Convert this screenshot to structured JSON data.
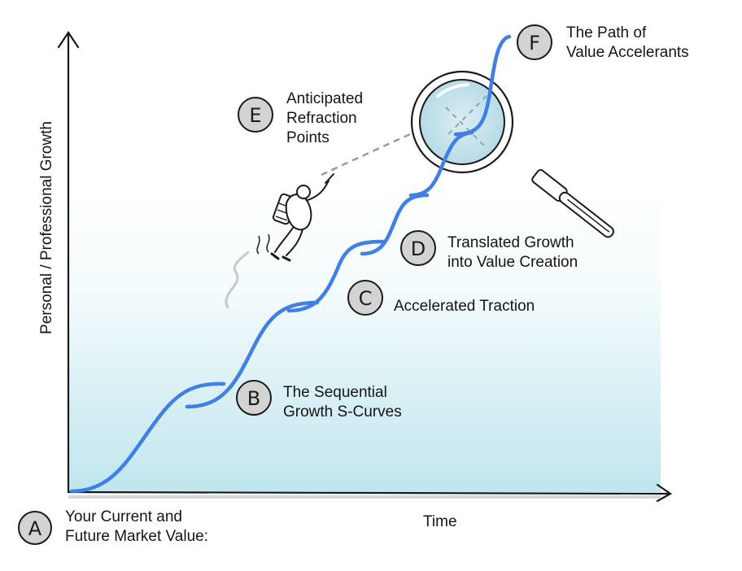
{
  "axes": {
    "y_title": "Personal / Professional Growth",
    "x_title": "Time"
  },
  "markers": [
    {
      "letter": "A",
      "text": "Your Current and\nFuture Market Value:"
    },
    {
      "letter": "B",
      "text": "The Sequential\nGrowth S-Curves"
    },
    {
      "letter": "C",
      "text": "Accelerated Traction"
    },
    {
      "letter": "D",
      "text": "Translated Growth\ninto Value Creation"
    },
    {
      "letter": "E",
      "text": "Anticipated\nRefraction\nPoints"
    },
    {
      "letter": "F",
      "text": "The Path of\nValue Accelerants"
    }
  ],
  "colors": {
    "curve": "#3f7fe6",
    "background_gradient_bottom": "#bfe6ee",
    "marker_fill": "#d3d3d3",
    "dashed_line": "#9a9a9a"
  },
  "illustrations": [
    "jetpack-person-icon",
    "magnifying-glass-icon"
  ]
}
